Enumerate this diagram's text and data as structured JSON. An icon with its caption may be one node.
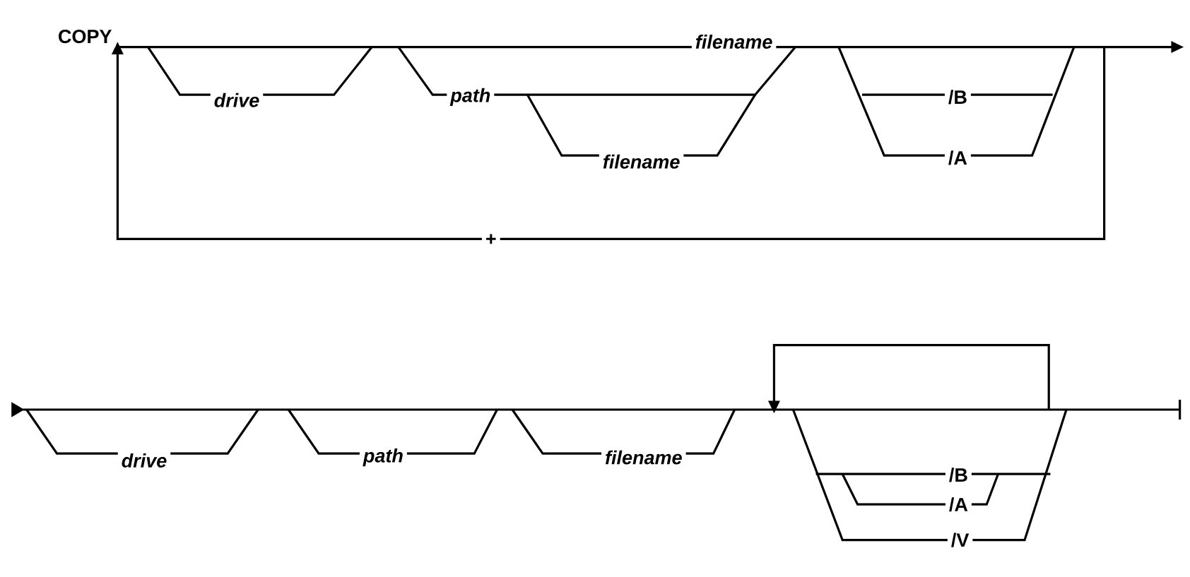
{
  "diagram": {
    "labels": [
      "COPY",
      "filename",
      "drive",
      "path",
      "/B",
      "filename",
      "/A",
      "+",
      "drive",
      "path",
      "filename",
      "/B",
      "/A",
      "/V"
    ]
  }
}
